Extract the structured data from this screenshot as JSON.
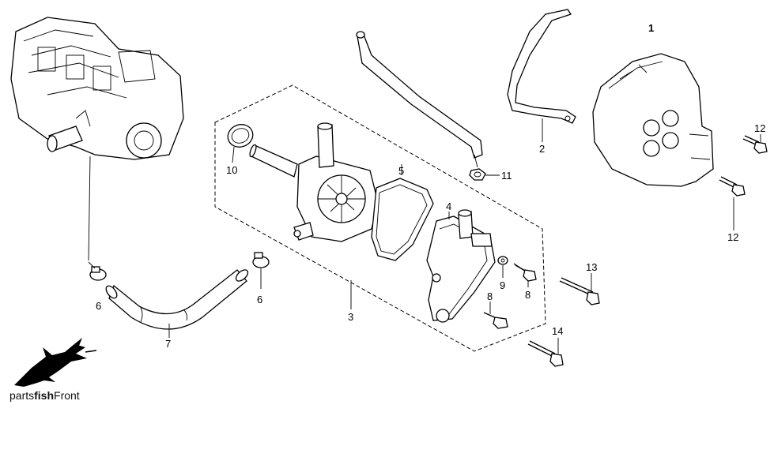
{
  "callouts": {
    "c1": "1",
    "c2": "2",
    "c3": "3",
    "c4": "4",
    "c5": "5",
    "c6a": "6",
    "c6b": "6",
    "c7": "7",
    "c8a": "8",
    "c8b": "8",
    "c9": "9",
    "c10": "10",
    "c11": "11",
    "c12a": "12",
    "c12b": "12",
    "c13": "13",
    "c14": "14"
  },
  "brand": {
    "prefix": "parts",
    "bold": "fish",
    "suffix": "Front"
  },
  "logo_icon": "marlin-fish-icon"
}
